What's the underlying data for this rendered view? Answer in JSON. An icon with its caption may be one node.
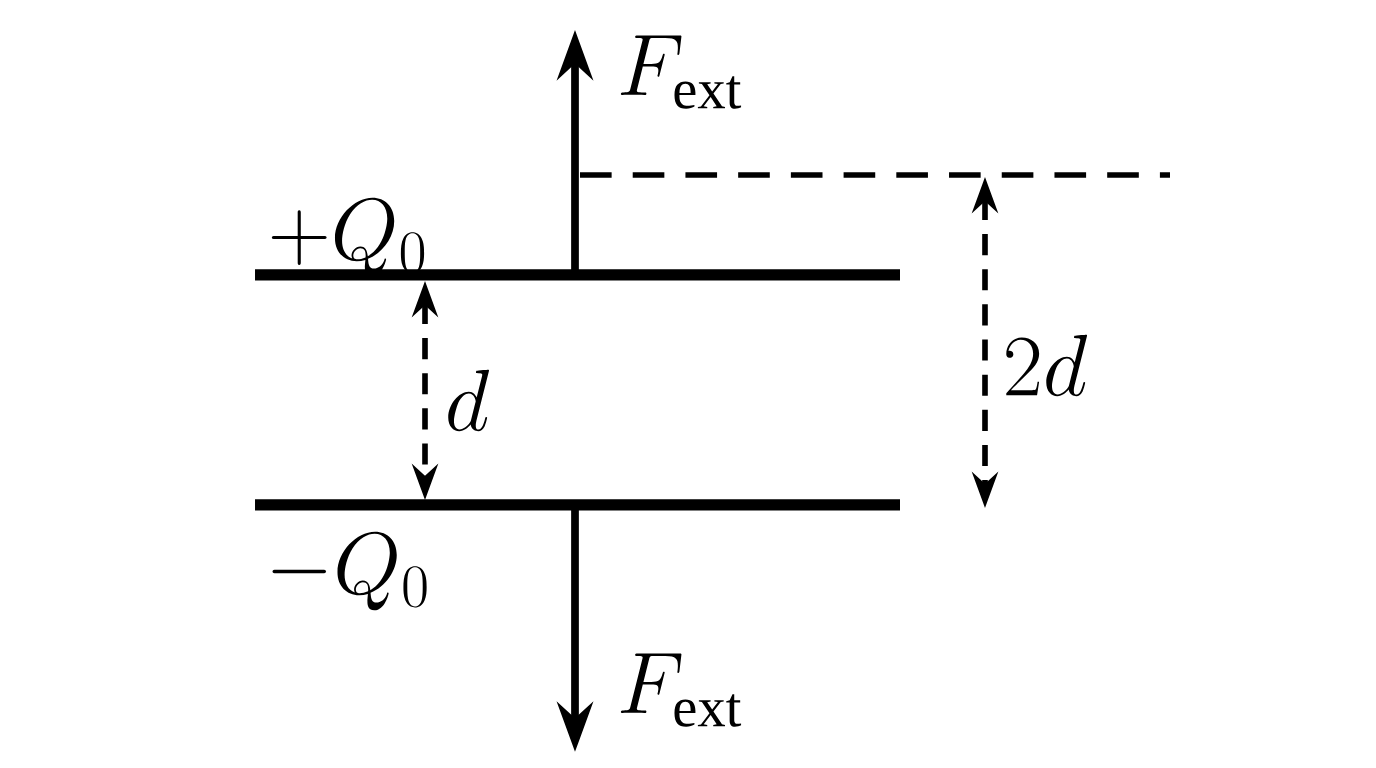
{
  "diagram": {
    "labels": [
      "F_{\\mathrm{ext}}",
      "+Q_0",
      "2d",
      "d",
      "-Q_0",
      "F_{\\mathrm{ext}}"
    ]
  }
}
